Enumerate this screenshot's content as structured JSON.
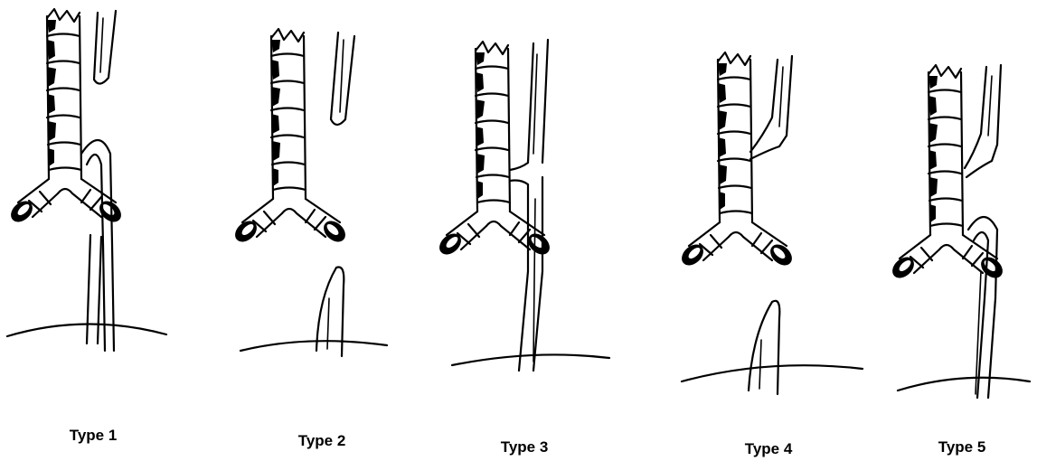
{
  "figure": {
    "panels": [
      {
        "label": "Type 1"
      },
      {
        "label": "Type 2"
      },
      {
        "label": "Type 3"
      },
      {
        "label": "Type 4"
      },
      {
        "label": "Type 5"
      }
    ]
  }
}
